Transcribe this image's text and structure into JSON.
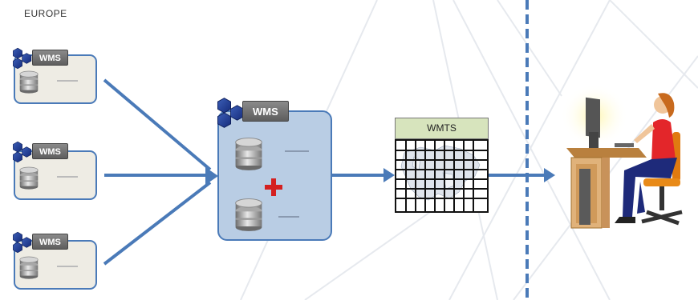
{
  "region_label": "EUROPE",
  "wms_badge_label": "WMS",
  "wmts_label": "WMTS",
  "colors": {
    "arrow": "#4a7ab8",
    "source_box_fill": "#eeece4",
    "merge_box_fill": "#b9cde4",
    "wmts_header_fill": "#d7e4bd",
    "plus": "#d42020",
    "divider": "#4a7ab8"
  },
  "icons": [
    "hexagon-cluster-icon",
    "database-icon",
    "plus-icon",
    "user-at-desk-icon"
  ]
}
